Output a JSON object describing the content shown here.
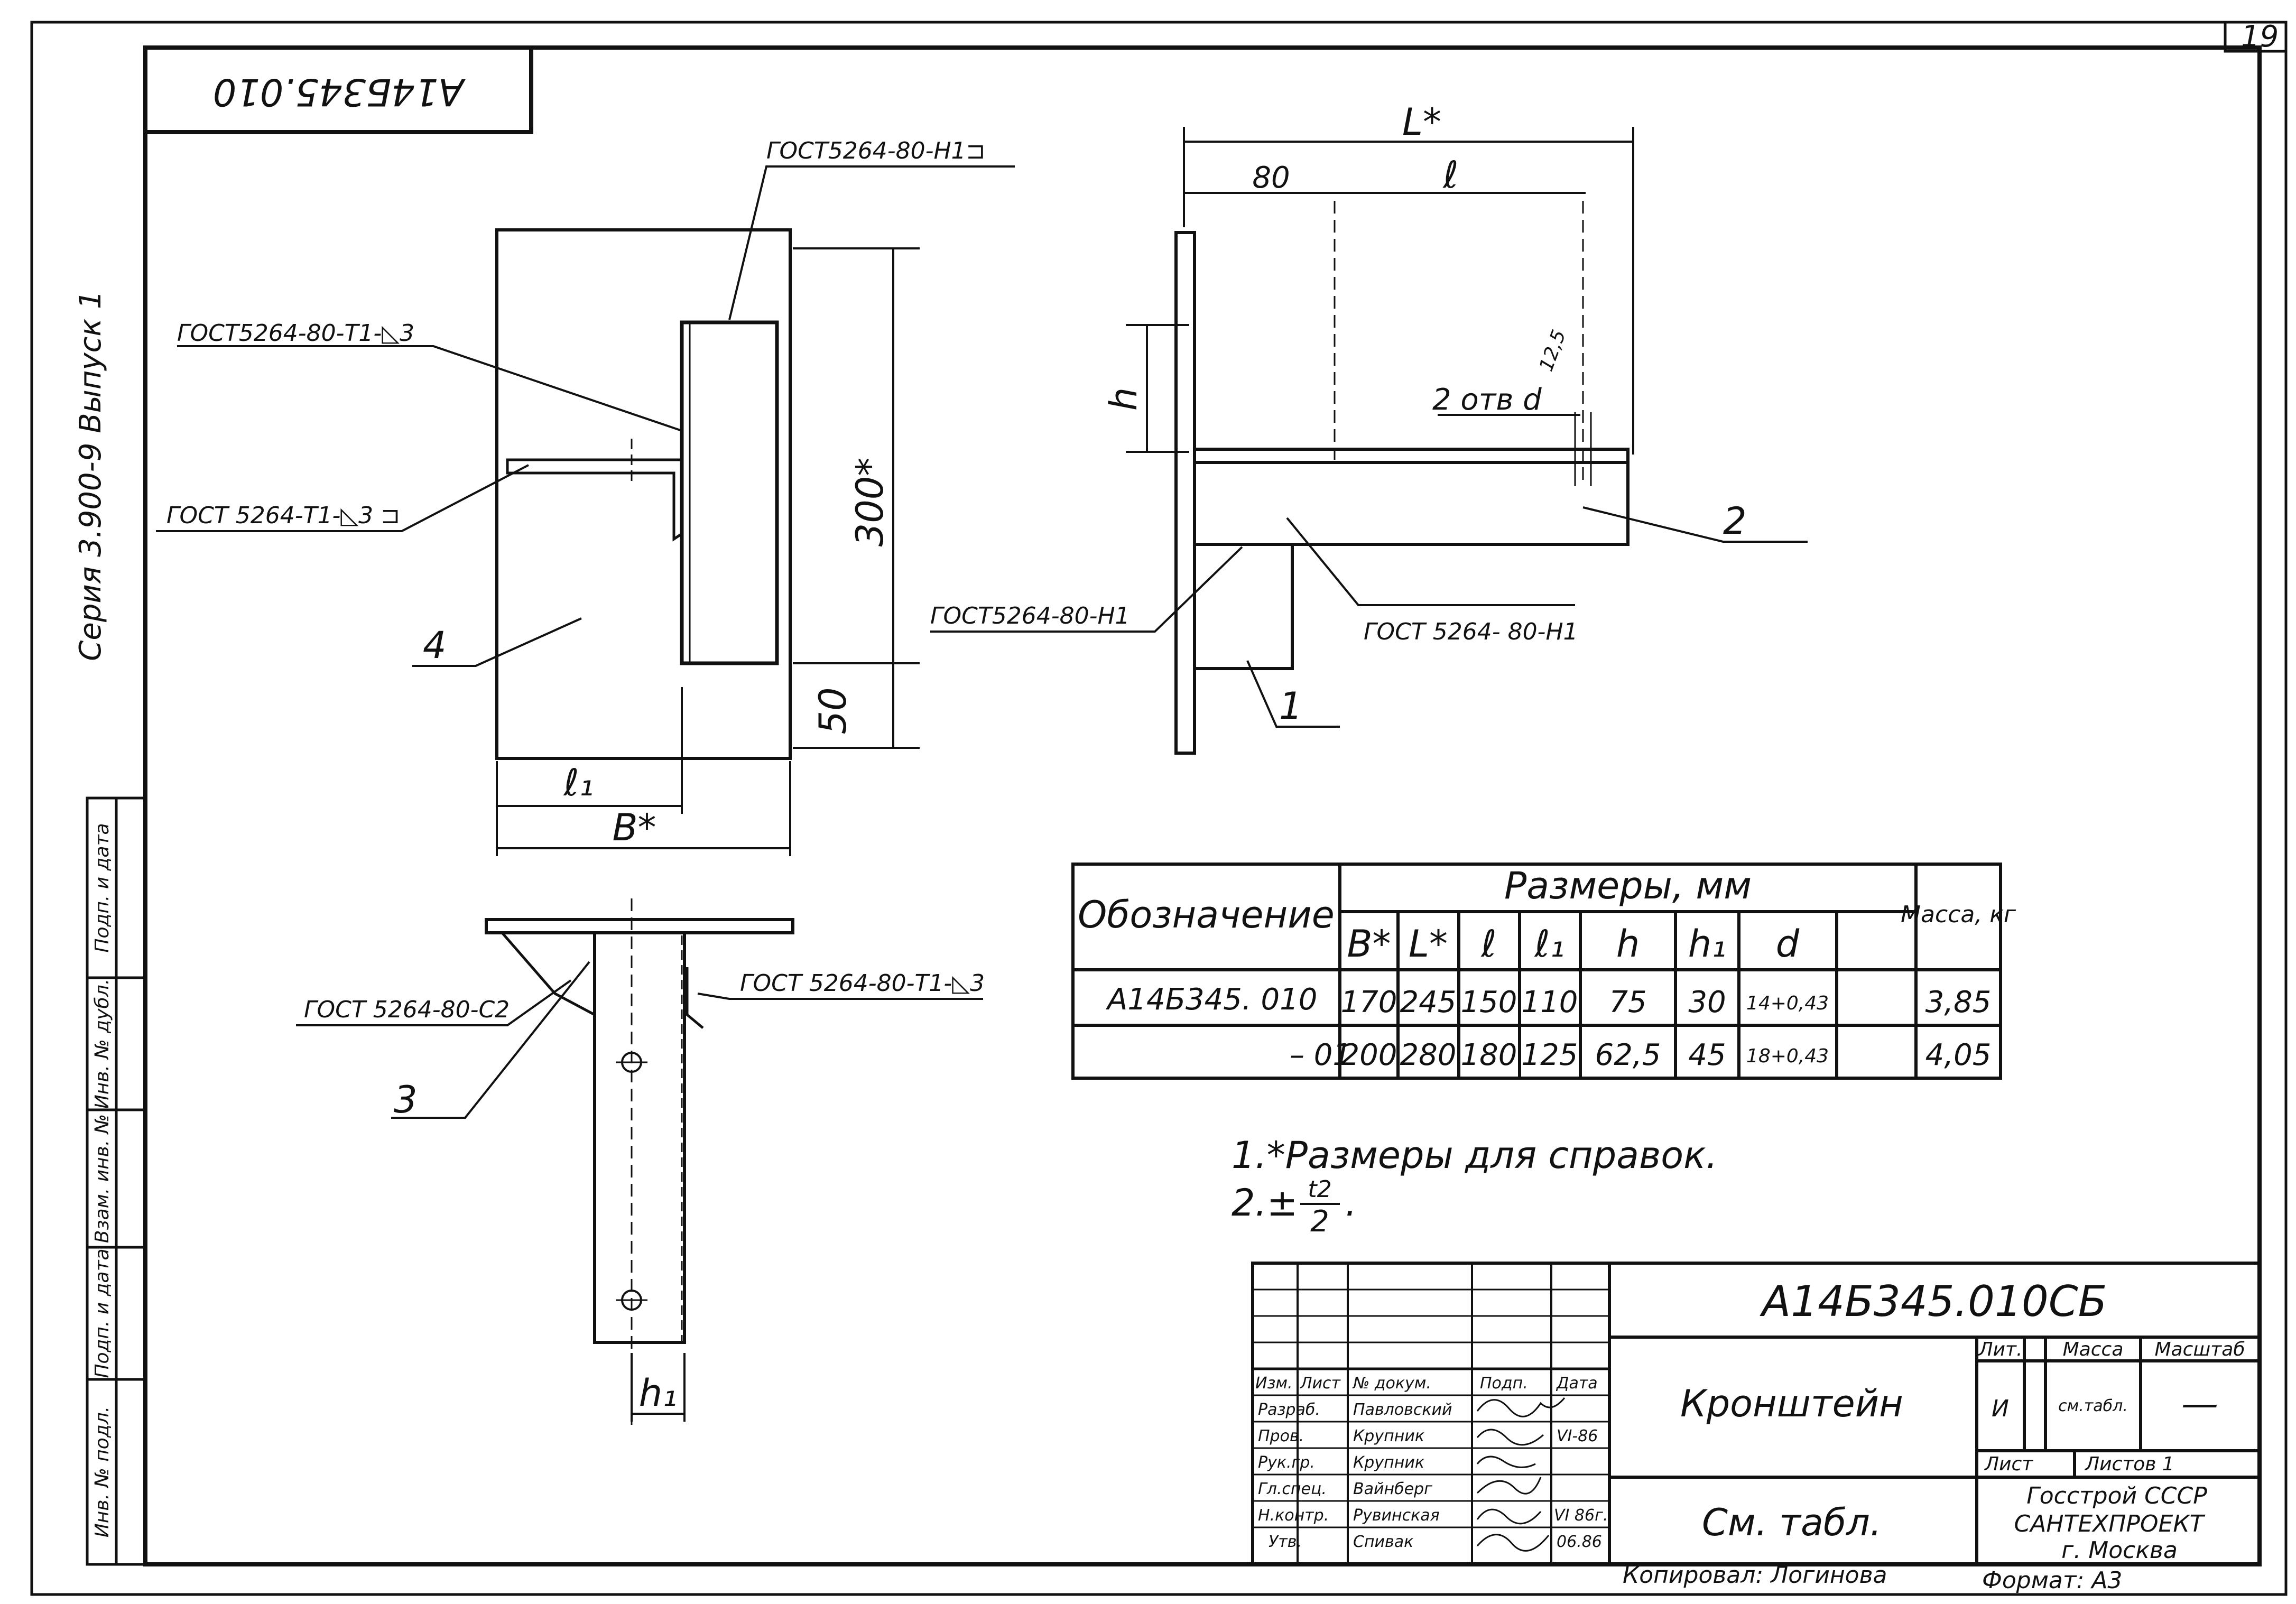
{
  "sheet_number": "19",
  "top_stamp": "А14Б345.010",
  "series_text": "Серия 3.900-9 Выпуск 1",
  "left_strip_labels": [
    "Инв. № подл.",
    "Подп. и дата",
    "Взам. инв. №",
    "Инв. № дубл.",
    "Подп. и дата"
  ],
  "annotations": {
    "weld_top_right": "ГОСТ5264-80-Н1⊐",
    "weld_front_upper": "ГОСТ5264-80-Т1-◺3",
    "weld_front_lower": "ГОСТ 5264-Т1-◺3 ⊐",
    "weld_side_left": "ГОСТ5264-80-Н1",
    "weld_side_right": "ГОСТ 5264- 80-Н1",
    "weld_plan_left": "ГОСТ 5264-80-С2",
    "weld_plan_right": "ГОСТ 5264-80-Т1-◺3"
  },
  "dimensions": {
    "L_star": "L*",
    "d80": "80",
    "l": "ℓ",
    "h": "h",
    "holes": "2 отв d",
    "ra": "12,5",
    "d300": "300*",
    "d50": "50",
    "l1": "ℓ₁",
    "B_star": "B*",
    "h1": "h₁"
  },
  "parts": {
    "p1": "1",
    "p2": "2",
    "p3": "3",
    "p4": "4"
  },
  "table": {
    "col_designation": "Обозначение",
    "group_header": "Размеры, мм",
    "col_mass": "Масса, кг",
    "subheaders": [
      "B*",
      "L*",
      "ℓ",
      "ℓ₁",
      "h",
      "h₁",
      "d"
    ],
    "rows": [
      {
        "name": "А14Б345. 010",
        "values": [
          "170",
          "245",
          "150",
          "110",
          "75",
          "30",
          "14+0,43"
        ],
        "mass": "3,85"
      },
      {
        "name": "– 01",
        "values": [
          "200",
          "280",
          "180",
          "125",
          "62,5",
          "45",
          "18+0,43"
        ],
        "mass": "4,05"
      }
    ]
  },
  "notes": {
    "note1": "1.*Размеры для справок.",
    "note2_prefix": "2.±",
    "note2_num": "t2",
    "note2_den": "2",
    "note2_suffix": "."
  },
  "title_block": {
    "doc_code": "А14Б345.010СБ",
    "name": "Кронштейн",
    "material": "См. табл.",
    "hdr_lit": "Лит.",
    "hdr_mass": "Масса",
    "hdr_scale": "Масштаб",
    "lit_value": "И",
    "mass_value": "см.табл.",
    "scale_value": "—",
    "sheet_label": "Лист",
    "sheets_label": "Листов 1",
    "org_line1": "Госстрой СССР",
    "org_line2": "САНТЕХПРОЕКТ",
    "org_line3": "г. Москва",
    "row_headers": [
      "Изм.",
      "Лист",
      "№ докум.",
      "Подп.",
      "Дата"
    ],
    "staff": [
      {
        "role": "Разраб.",
        "name": "Павловский",
        "date": ""
      },
      {
        "role": "Пров.",
        "name": "Крупник",
        "date": "VI-86"
      },
      {
        "role": "Рук.гр.",
        "name": "Крупник",
        "date": ""
      },
      {
        "role": "Гл.спец.",
        "name": "Вайнберг",
        "date": ""
      },
      {
        "role": "Н.контр.",
        "name": "Рувинская",
        "date": "VI 86г."
      },
      {
        "role": "Утв.",
        "name": "Спивак",
        "date": "06.86"
      }
    ],
    "copied_by": "Копировал: Логинова",
    "format": "Формат: А3"
  }
}
